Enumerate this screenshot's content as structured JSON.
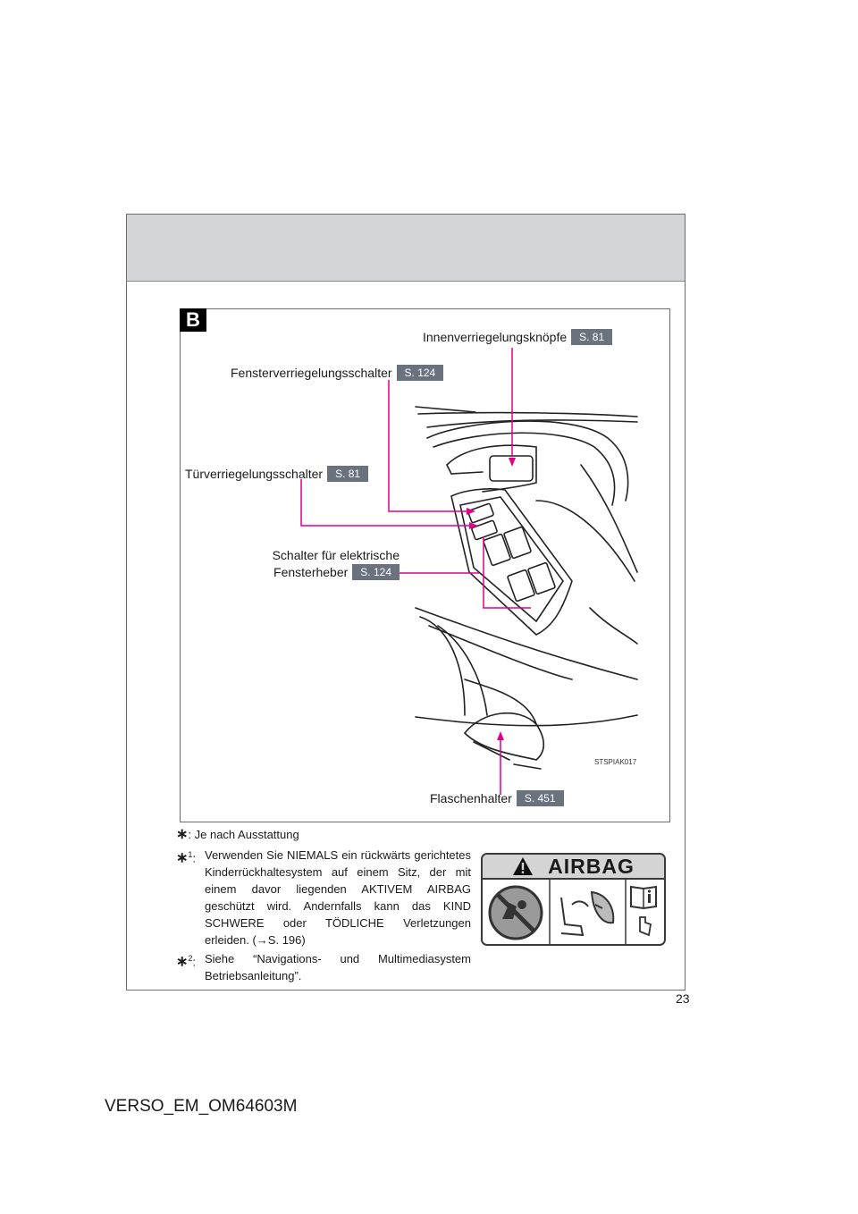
{
  "figure": {
    "section_letter": "B",
    "image_code": "STSPIAK017",
    "callouts": {
      "inner_lock_knobs": {
        "label": "Innenverriegelungsknöpfe",
        "ref": "S. 81"
      },
      "window_lock_switch": {
        "label": "Fensterverriegelungsschalter",
        "ref": "S. 124"
      },
      "door_lock_switch": {
        "label": "Türverriegelungsschalter",
        "ref": "S. 81"
      },
      "power_window_switches": {
        "label_line1": "Schalter für elektrische",
        "label_line2": "Fensterheber",
        "ref": "S. 124"
      },
      "bottle_holder": {
        "label": "Flaschenhalter",
        "ref": "S. 451"
      }
    }
  },
  "notes": {
    "star": {
      "mark": "∗",
      "text": ": Je nach Ausstattung"
    },
    "note1": {
      "mark": "∗",
      "sup": "1",
      "colon": ":",
      "text": "Verwenden Sie NIEMALS ein rückwärts gerichtetes Kinderrückhaltesystem auf einem Sitz, der mit einem davor liegenden AKTIVEM AIRBAG geschützt wird. Andernfalls kann das KIND SCHWERE oder TÖDLICHE Verletzungen erleiden. (→S. 196)"
    },
    "note2": {
      "mark": "∗",
      "sup": "2",
      "colon": ":",
      "text": "Siehe “Navigations- und Multimediasystem Betriebsanleitung”."
    }
  },
  "airbag_label": {
    "title": "AIRBAG"
  },
  "page": {
    "number": "23",
    "doc_id": "VERSO_EM_OM64603M"
  }
}
